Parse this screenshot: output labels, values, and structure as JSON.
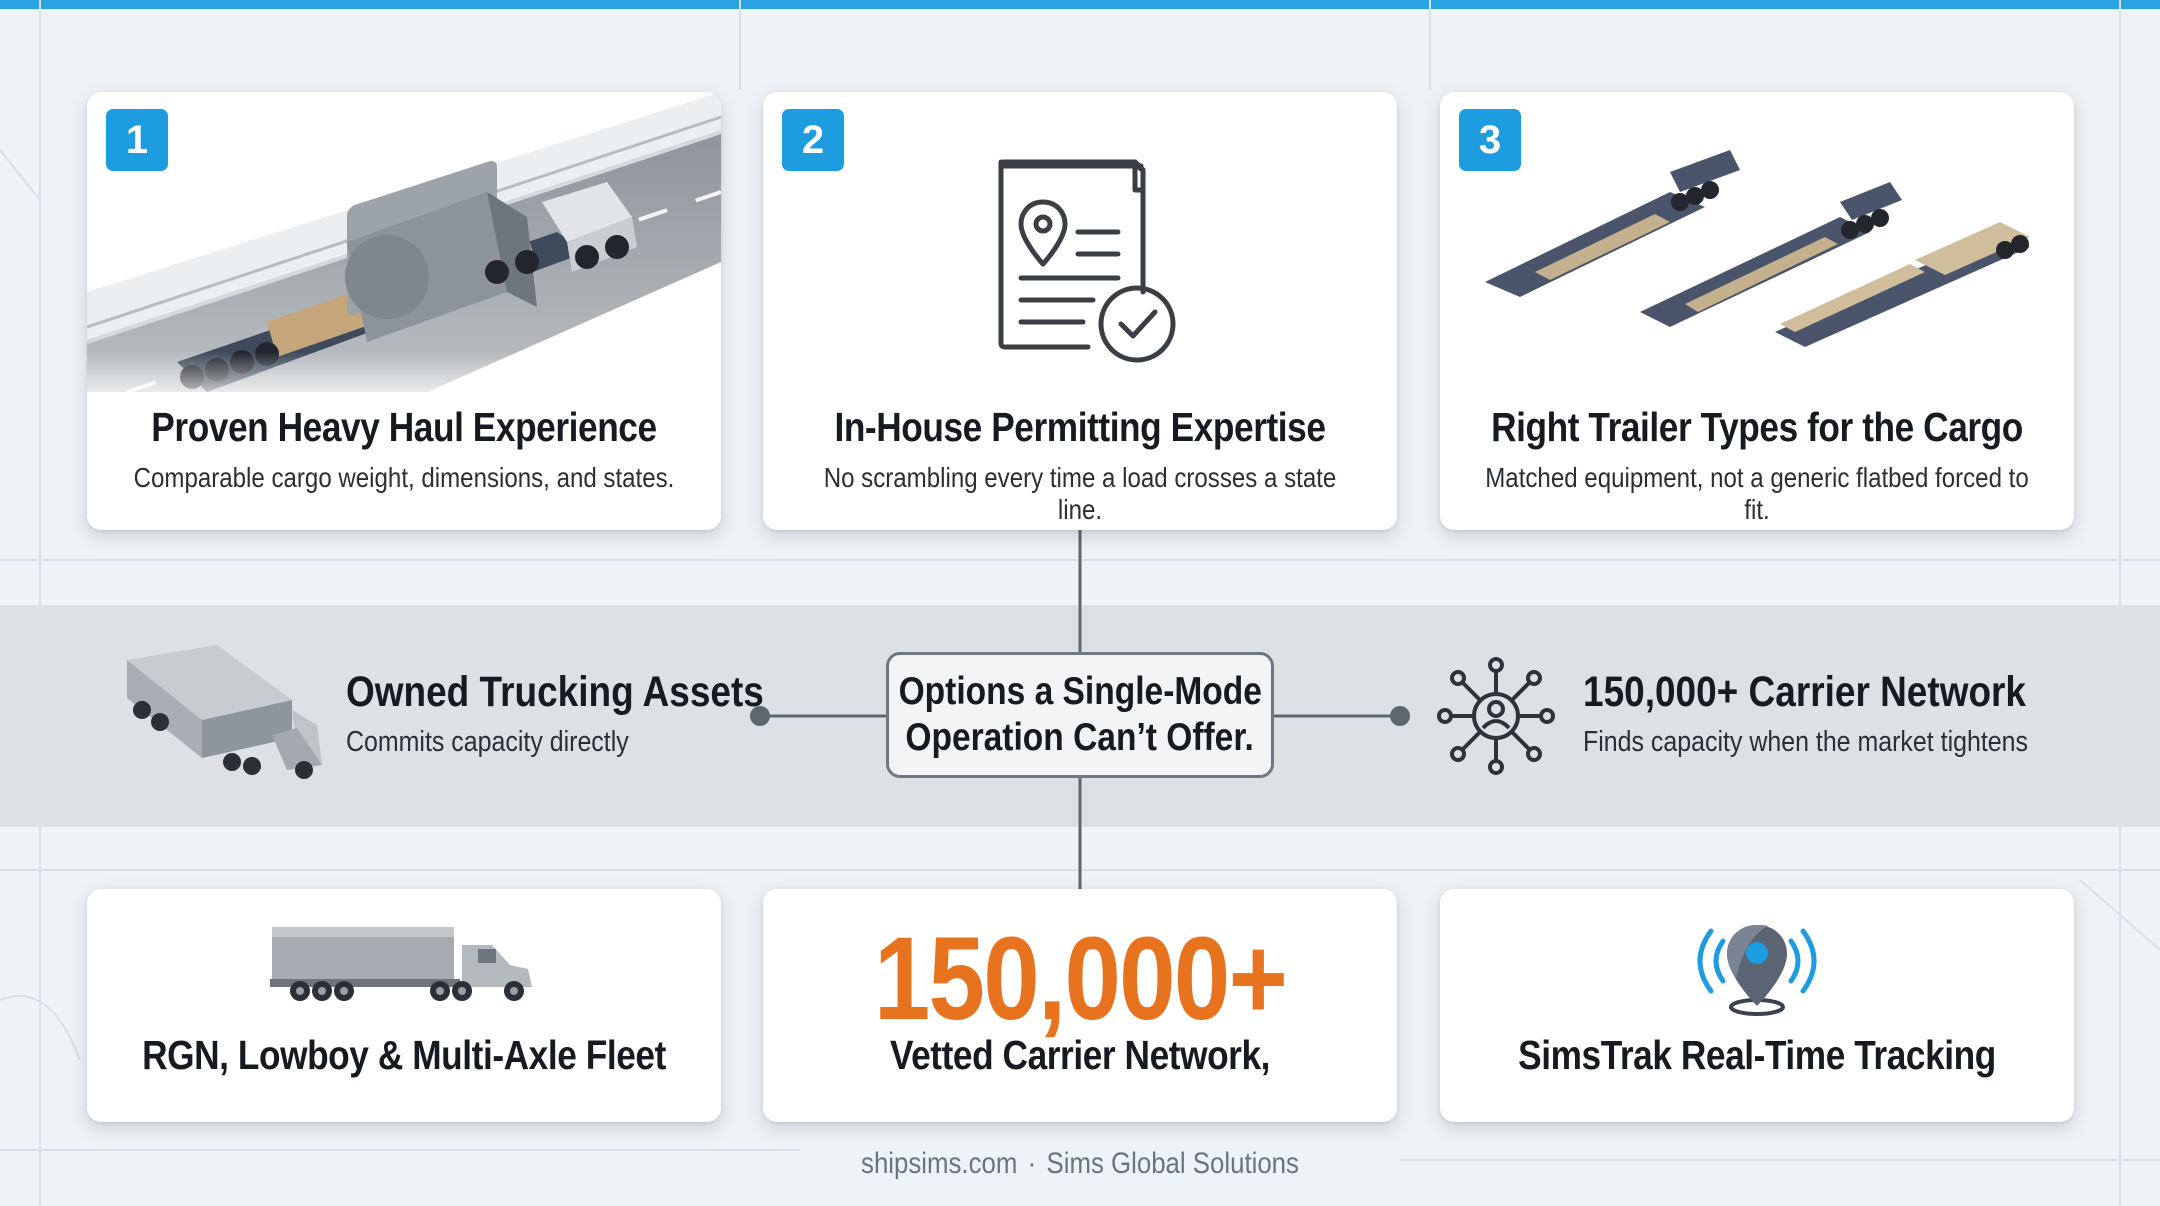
{
  "cards_top": [
    {
      "number": "1",
      "title": "Proven Heavy Haul Experience",
      "subtitle": "Comparable cargo weight, dimensions, and states.",
      "icon": "heavy-haul-truck-illustration"
    },
    {
      "number": "2",
      "title": "In-House Permitting Expertise",
      "subtitle": "No scrambling every time a load crosses a state line.",
      "icon": "permit-document-check-icon"
    },
    {
      "number": "3",
      "title": "Right Trailer Types for the Cargo",
      "subtitle": "Matched equipment, not a generic flatbed forced to fit.",
      "icon": "trailer-types-illustration"
    }
  ],
  "middle": {
    "left": {
      "title": "Owned Trucking Assets",
      "subtitle": "Commits capacity directly",
      "icon": "semi-truck-icon"
    },
    "center": {
      "line1": "Options a Single-Mode",
      "line2": "Operation Can’t Offer."
    },
    "right": {
      "title": "150,000+ Carrier Network",
      "subtitle": "Finds capacity when the market tightens",
      "icon": "network-hub-icon"
    }
  },
  "cards_bottom": [
    {
      "title": "RGN, Lowboy & Multi-Axle Fleet",
      "icon": "fleet-truck-icon"
    },
    {
      "stat": "150,000+",
      "title": "Vetted Carrier Network,",
      "stat_color": "#e8731e"
    },
    {
      "title": "SimsTrak Real-Time Tracking",
      "icon": "location-pin-signal-icon"
    }
  ],
  "footer": {
    "site": "shipsims.com",
    "separator": "·",
    "company": "Sims Global Solutions"
  },
  "colors": {
    "accent_blue": "#1e9ce0",
    "accent_orange": "#e8731e",
    "band_gray": "#dde1e6"
  }
}
